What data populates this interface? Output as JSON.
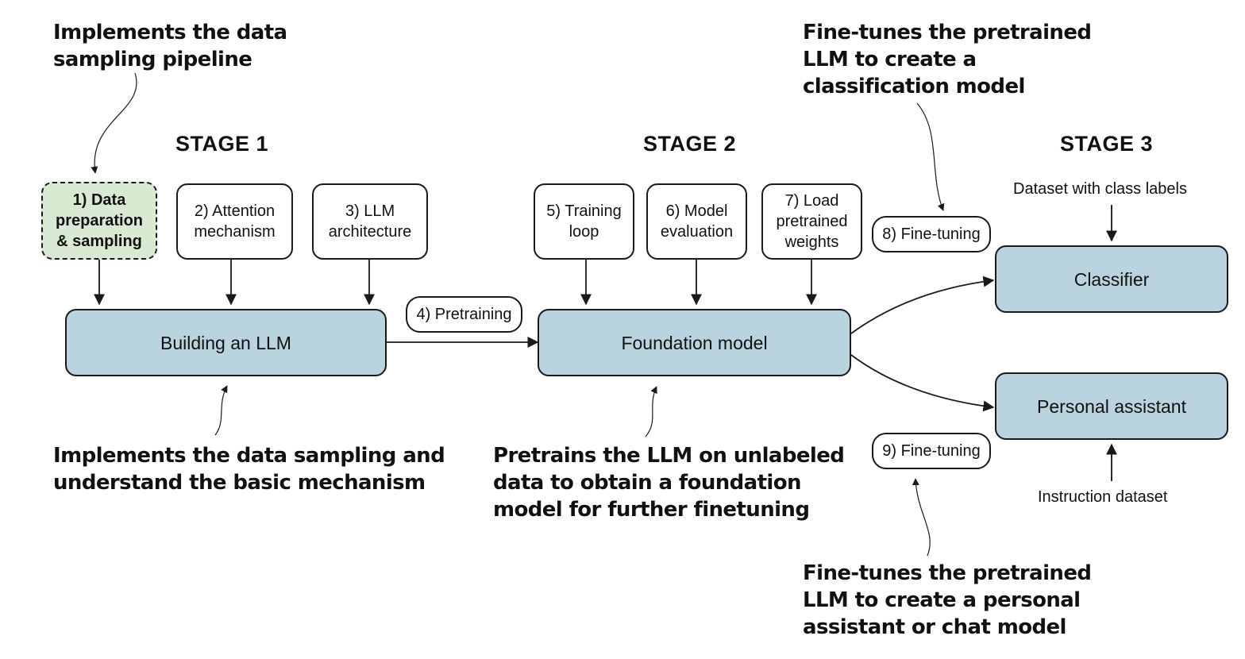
{
  "stages": {
    "stage1": "STAGE 1",
    "stage2": "STAGE 2",
    "stage3": "STAGE 3"
  },
  "steps": {
    "data_prep": "1) Data\npreparation\n& sampling",
    "attention": "2) Attention\nmechanism",
    "architecture": "3) LLM\narchitecture",
    "pretraining": "4) Pretraining",
    "training_loop": "5) Training\nloop",
    "model_eval": "6) Model\nevaluation",
    "load_weights": "7) Load\npretrained\nweights",
    "finetune_8": "8) Fine-tuning",
    "finetune_9": "9) Fine-tuning"
  },
  "models": {
    "building": "Building an LLM",
    "foundation": "Foundation model",
    "classifier": "Classifier",
    "assistant": "Personal assistant"
  },
  "inputs": {
    "class_dataset": "Dataset with class labels",
    "instruction_dataset": "Instruction dataset"
  },
  "annotations": {
    "sampling_pipeline": "Implements the data\nsampling pipeline",
    "basic_mechanism": "Implements the data sampling and\nunderstand the basic mechanism",
    "pretrain_note": "Pretrains the LLM on unlabeled\ndata to obtain a foundation\nmodel for further finetuning",
    "classification_note": "Fine-tunes the pretrained\nLLM to create a\nclassification model",
    "assistant_note": "Fine-tunes the pretrained\nLLM to create a personal\nassistant or chat model"
  },
  "colors": {
    "model_fill": "#b9d3df",
    "data_prep_fill": "#d9ead3",
    "stroke": "#1a1a1a"
  }
}
